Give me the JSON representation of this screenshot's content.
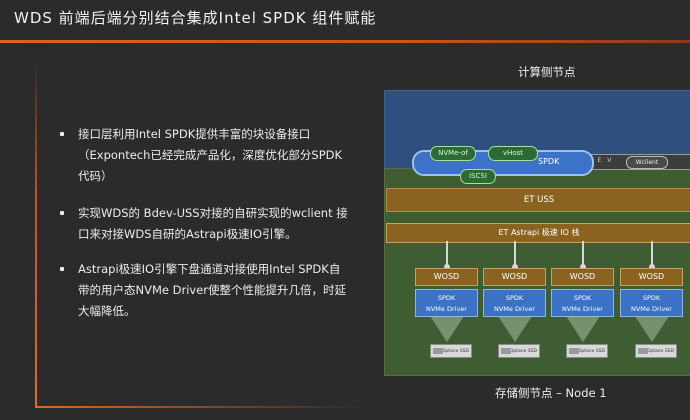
{
  "title": "WDS 前端后端分别结合集成Intel SPDK 组件赋能",
  "bullets": [
    "接口层利用Intel SPDK提供丰富的块设备接口（Expontech已经完成产品化，深度优化部分SPDK代码）",
    "实现WDS的 Bdev-USS对接的自研实现的wclient 接口来对接WDS自研的Astrapi极速IO引擎。",
    "Astrapi极速IO引擎下盘通道对接使用Intel SPDK自带的用户态NVMe Driver使整个性能提升几倍，时延大幅降低。"
  ],
  "diagram": {
    "compute_label": "计算侧节点",
    "storage_label": "存储侧节点 – Node 1",
    "spdk_label": "SPDK",
    "protocols": [
      "NVMe-of",
      "vHost",
      "iSCSI"
    ],
    "bdev_label": "B D E V",
    "wclient_label": "Wclient",
    "etuss_label": "ET USS",
    "astrapi_label": "ET Astrapi 极速 IO 栈",
    "wosd_label": "WOSD",
    "driver_line1": "SPDK",
    "driver_line2": "NVMe Driver",
    "ssd_label": "Optane SSD",
    "colors": {
      "accent": "#e0621a",
      "compute_bg": "#2f4f7e",
      "storage_bg": "#3f5d33",
      "wosd_bg": "#8a6321",
      "spdk_blue": "#3c73c8"
    }
  }
}
